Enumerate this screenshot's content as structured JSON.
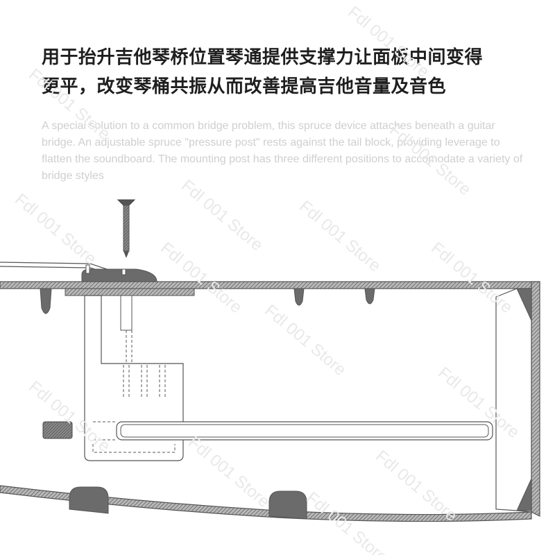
{
  "headline": {
    "line1": "用于抬升吉他琴桥位置琴通提供支撑力让面板中间变得",
    "line2": "更平，改变琴桶共振从而改善提高吉他音量及音色"
  },
  "description": "A special solution to a common bridge problem, this spruce device attaches beneath a guitar bridge. An adjustable spruce \"pressure post\" rests against the tail block, providing leverage to flatten the soundboard. The mounting post has three different positions to accomodate a variety of bridge styles",
  "watermark": "Fdl 001 Store",
  "colors": {
    "outline": "#555555",
    "fill_dark": "#6b6b6b",
    "hatch_bg": "#9a9a9a",
    "text_main": "#1e1e1e",
    "text_faint": "#cfcfcf"
  }
}
